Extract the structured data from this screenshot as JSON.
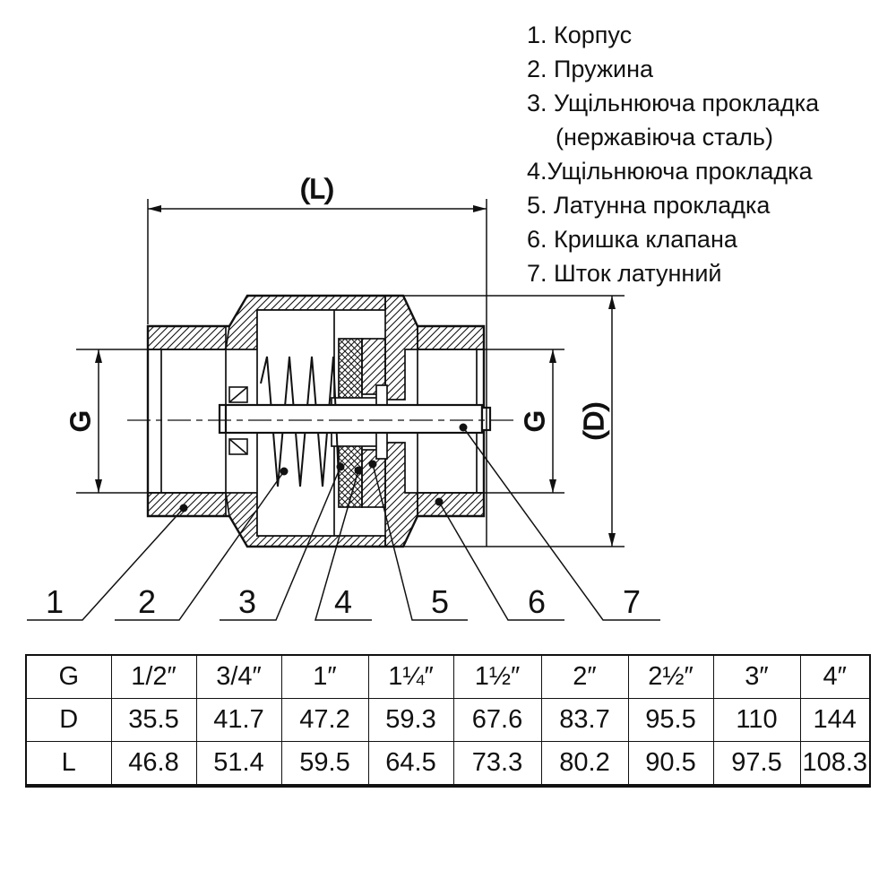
{
  "page": {
    "background": "#ffffff",
    "ink": "#111111"
  },
  "legend": {
    "lines": [
      {
        "text": "1. Корпус",
        "indent": false
      },
      {
        "text": "2. Пружина",
        "indent": false
      },
      {
        "text": "3. Ущільнююча прокладка",
        "indent": false
      },
      {
        "text": "(нержавіюча сталь)",
        "indent": true
      },
      {
        "text": "4.Ущільнююча прокладка",
        "indent": false
      },
      {
        "text": "5. Латунна прокладка",
        "indent": false
      },
      {
        "text": "6. Кришка клапана",
        "indent": false
      },
      {
        "text": "7. Шток латунний",
        "indent": false
      }
    ]
  },
  "drawing": {
    "dims": {
      "length": "(L)",
      "bore_left": "G",
      "bore_right": "G",
      "outer": "(D)"
    },
    "callouts": [
      "1",
      "2",
      "3",
      "4",
      "5",
      "6",
      "7"
    ]
  },
  "size_table": {
    "rows": [
      {
        "header": "G",
        "cells": [
          "1/2″",
          "3/4″",
          "1″",
          "1¼″",
          "1½″",
          "2″",
          "2½″",
          "3″",
          "4″"
        ]
      },
      {
        "header": "D",
        "cells": [
          "35.5",
          "41.7",
          "47.2",
          "59.3",
          "67.6",
          "83.7",
          "95.5",
          "110",
          "144"
        ]
      },
      {
        "header": "L",
        "cells": [
          "46.8",
          "51.4",
          "59.5",
          "64.5",
          "73.3",
          "80.2",
          "90.5",
          "97.5",
          "108.3"
        ]
      }
    ]
  }
}
